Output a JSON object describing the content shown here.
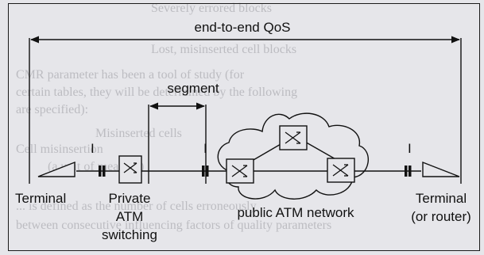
{
  "labels": {
    "end_to_end": "end-to-end QoS",
    "segment": "segment",
    "terminal_left": "Terminal",
    "private_line1": "Private",
    "private_line2": "ATM",
    "private_line3": "switching",
    "public_network": "public ATM network",
    "terminal_right_line1": "Terminal",
    "terminal_right_line2": "(or router)",
    "interface_mark_1": "I",
    "interface_mark_2": "I",
    "interface_mark_3": "I"
  },
  "background_text": {
    "line1": "Severely errored blocks",
    "line2": "Lost, misinserted cell blocks",
    "line3": "CMR parameter has been a tool of study (for",
    "line4": "certain tables, they will be determined by the following",
    "line5": "are specified):",
    "line6": "Misinserted cells",
    "line7": "Cell misinsertion",
    "line8": "(a unit of measure)",
    "line9": "... is defined as the number of cells erroneously",
    "line10": "between consecutive influencing factors of quality parameters"
  },
  "colors": {
    "ink": "#111111",
    "paper": "#e6e6ea",
    "bleed_text": "#9a9aa0"
  }
}
